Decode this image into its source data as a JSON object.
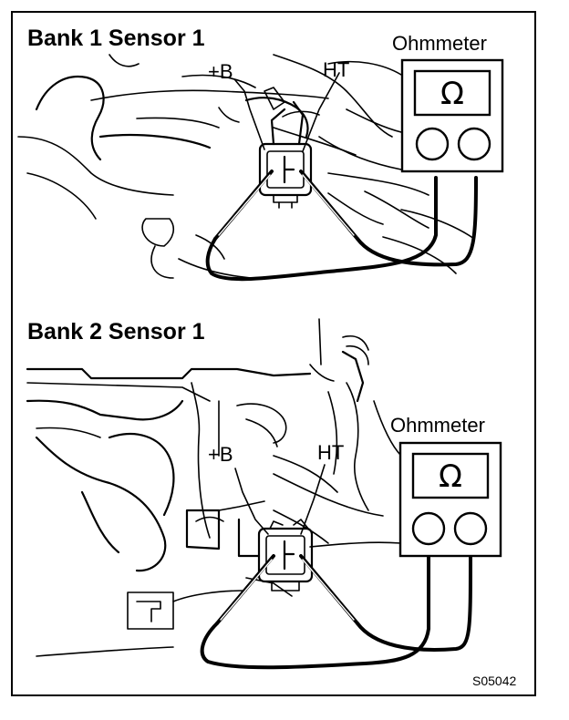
{
  "diagram": {
    "panel1": {
      "title": "Bank 1 Sensor 1",
      "terminal_b": "+B",
      "terminal_ht": "HT",
      "meter_label": "Ohmmeter",
      "meter_symbol": "Ω"
    },
    "panel2": {
      "title": "Bank 2 Sensor 1",
      "terminal_b": "+B",
      "terminal_ht": "HT",
      "meter_label": "Ohmmeter",
      "meter_symbol": "Ω"
    },
    "figure_code": "S05042"
  },
  "colors": {
    "ink": "#000000",
    "paper": "#ffffff"
  },
  "icons": [
    "ohm-symbol-icon",
    "probe-icon",
    "connector-icon"
  ]
}
